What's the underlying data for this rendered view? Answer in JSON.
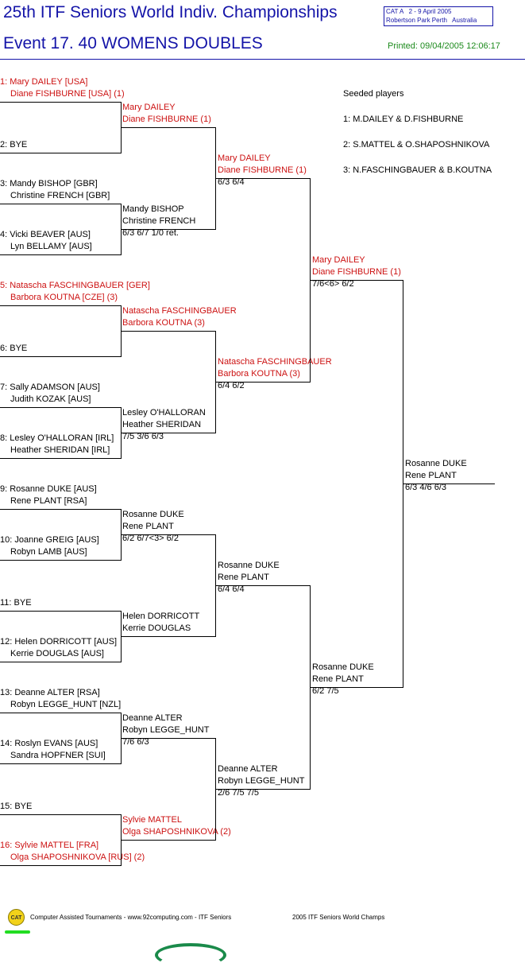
{
  "header": {
    "title": "25th ITF Seniors World Indiv. Championships",
    "event": "Event 17. 40 WOMENS DOUBLES",
    "cat_line1": "CAT A   2 - 9 April 2005",
    "cat_line2": "Robertson Park Perth   Australia",
    "printed": "Printed: 09/04/2005 12:06:17"
  },
  "seeds": {
    "title": "Seeded players",
    "list": [
      "1: M.DAILEY & D.FISHBURNE",
      "2: S.MATTEL & O.SHAPOSHNIKOVA",
      "3: N.FASCHINGBAUER & B.KOUTNA"
    ]
  },
  "round1": [
    {
      "p1": "1: Mary DAILEY [USA]",
      "p2": "Diane FISHBURNE [USA] (1)",
      "seeded": true
    },
    {
      "p1": "2: BYE",
      "p2": "",
      "seeded": false
    },
    {
      "p1": "3: Mandy BISHOP [GBR]",
      "p2": "Christine FRENCH [GBR]",
      "seeded": false
    },
    {
      "p1": "4: Vicki BEAVER [AUS]",
      "p2": "Lyn BELLAMY [AUS]",
      "seeded": false
    },
    {
      "p1": "5: Natascha FASCHINGBAUER [GER]",
      "p2": "Barbora KOUTNA [CZE] (3)",
      "seeded": true
    },
    {
      "p1": "6: BYE",
      "p2": "",
      "seeded": false
    },
    {
      "p1": "7: Sally ADAMSON [AUS]",
      "p2": "Judith KOZAK [AUS]",
      "seeded": false
    },
    {
      "p1": "8: Lesley O'HALLORAN [IRL]",
      "p2": "Heather SHERIDAN [IRL]",
      "seeded": false
    },
    {
      "p1": "9: Rosanne DUKE [AUS]",
      "p2": "Rene PLANT [RSA]",
      "seeded": false
    },
    {
      "p1": "10: Joanne GREIG [AUS]",
      "p2": "Robyn LAMB [AUS]",
      "seeded": false
    },
    {
      "p1": "11: BYE",
      "p2": "",
      "seeded": false
    },
    {
      "p1": "12: Helen DORRICOTT [AUS]",
      "p2": "Kerrie DOUGLAS [AUS]",
      "seeded": false
    },
    {
      "p1": "13: Deanne ALTER [RSA]",
      "p2": "Robyn LEGGE_HUNT [NZL]",
      "seeded": false
    },
    {
      "p1": "14: Roslyn EVANS [AUS]",
      "p2": "Sandra HOPFNER [SUI]",
      "seeded": false
    },
    {
      "p1": "15: BYE",
      "p2": "",
      "seeded": false
    },
    {
      "p1": "16: Sylvie MATTEL [FRA]",
      "p2": "Olga SHAPOSHNIKOVA [RUS] (2)",
      "seeded": true
    }
  ],
  "round2": [
    {
      "p1": "Mary DAILEY",
      "p2": "Diane FISHBURNE (1)",
      "score": "",
      "seeded": true
    },
    {
      "p1": "Mandy BISHOP",
      "p2": "Christine FRENCH",
      "score": "6/3 6/7 1/0 ret.",
      "seeded": false
    },
    {
      "p1": "Natascha FASCHINGBAUER",
      "p2": "Barbora KOUTNA (3)",
      "score": "",
      "seeded": true
    },
    {
      "p1": "Lesley O'HALLORAN",
      "p2": "Heather SHERIDAN",
      "score": "7/5 3/6 6/3",
      "seeded": false
    },
    {
      "p1": "Rosanne DUKE",
      "p2": "Rene PLANT",
      "score": "6/2 6/7<3> 6/2",
      "seeded": false
    },
    {
      "p1": "Helen DORRICOTT",
      "p2": "Kerrie DOUGLAS",
      "score": "",
      "seeded": false
    },
    {
      "p1": "Deanne ALTER",
      "p2": "Robyn LEGGE_HUNT",
      "score": "7/6 6/3",
      "seeded": false
    },
    {
      "p1": "Sylvie MATTEL",
      "p2": "Olga SHAPOSHNIKOVA (2)",
      "score": "",
      "seeded": true
    }
  ],
  "round3": [
    {
      "p1": "Mary DAILEY",
      "p2": "Diane FISHBURNE (1)",
      "score": "6/3 6/4",
      "seeded": true
    },
    {
      "p1": "Natascha FASCHINGBAUER",
      "p2": "Barbora KOUTNA (3)",
      "score": "6/4 6/2",
      "seeded": true
    },
    {
      "p1": "Rosanne DUKE",
      "p2": "Rene PLANT",
      "score": "6/4 6/4",
      "seeded": false
    },
    {
      "p1": "Deanne ALTER",
      "p2": "Robyn LEGGE_HUNT",
      "score": "2/6 7/5 7/5",
      "seeded": false
    }
  ],
  "round4": [
    {
      "p1": "Mary DAILEY",
      "p2": "Diane FISHBURNE (1)",
      "score": "7/6<6> 6/2",
      "seeded": true
    },
    {
      "p1": "Rosanne DUKE",
      "p2": "Rene PLANT",
      "score": "6/2 7/5",
      "seeded": false
    }
  ],
  "final": {
    "p1": "Rosanne DUKE",
    "p2": "Rene PLANT",
    "score": "6/3 4/6 6/3",
    "seeded": false
  },
  "footer": {
    "logo_text": "CAT",
    "left": "Computer Assisted Tournaments - www.92computing.com -  ITF Seniors",
    "right": "2005 ITF Seniors World Champs"
  }
}
